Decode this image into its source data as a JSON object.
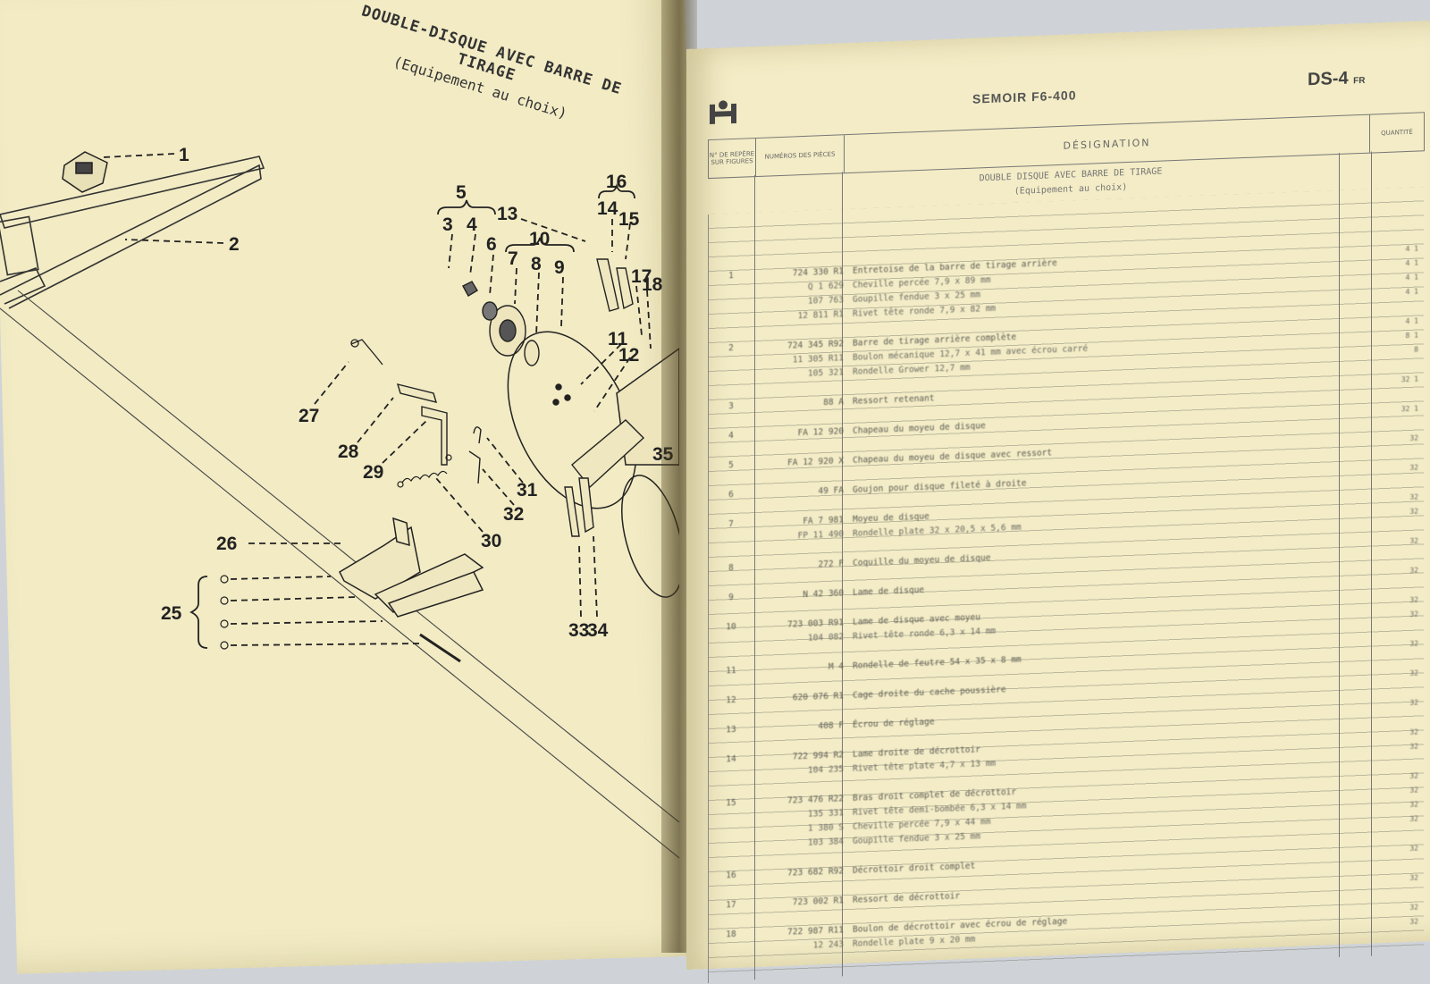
{
  "left_page": {
    "title_line1": "DOUBLE-DISQUE AVEC BARRE DE TIRAGE",
    "title_line2": "(Equipement au choix)",
    "callouts": [
      "1",
      "2",
      "3",
      "4",
      "5",
      "6",
      "7",
      "8",
      "9",
      "10",
      "11",
      "12",
      "13",
      "14",
      "15",
      "16",
      "17",
      "18",
      "25",
      "26",
      "27",
      "28",
      "29",
      "30",
      "31",
      "32",
      "33",
      "34",
      "35"
    ]
  },
  "right_page": {
    "logo": "IH",
    "title": "SEMOIR F6-400",
    "code": "DS-4",
    "code_suffix": "FR",
    "header": {
      "col_ref": "N° DE REPÈRE SUR FIGURES",
      "col_num": "NUMÉROS DES PIÈCES",
      "col_des": "DÉSIGNATION",
      "col_qty": "QUANTITÉ"
    },
    "section_title_line1": "DOUBLE DISQUE AVEC BARRE DE TIRAGE",
    "section_title_line2": "(Equipement au choix)",
    "rows": [
      {
        "ref": "1",
        "num": "724 330 R1",
        "des": "Entretoise de la barre de tirage arrière",
        "qty": "4  1"
      },
      {
        "ref": "",
        "num": "Q 1 629",
        "des": "Cheville percée 7,9 x 89 mm",
        "qty": "4  1"
      },
      {
        "ref": "",
        "num": "107 763",
        "des": "Goupille fendue 3 x 25 mm",
        "qty": "4  1"
      },
      {
        "ref": "",
        "num": "12 811 R1",
        "des": "Rivet tête ronde 7,9 x 82 mm",
        "qty": "4  1"
      },
      {
        "ref": "2",
        "num": "724 345 R92",
        "des": "Barre de tirage arrière complète",
        "qty": "4  1"
      },
      {
        "ref": "",
        "num": "11 305 R11",
        "des": "Boulon mécanique 12,7 x 41 mm avec écrou carré",
        "qty": "8  1"
      },
      {
        "ref": "",
        "num": "105 321",
        "des": "Rondelle Grower 12,7 mm",
        "qty": "8"
      },
      {
        "ref": "3",
        "num": "88 A",
        "des": "Ressort retenant",
        "qty": "32  1"
      },
      {
        "ref": "4",
        "num": "FA 12 920",
        "des": "Chapeau du moyeu de disque",
        "qty": "32  1"
      },
      {
        "ref": "5",
        "num": "FA 12 920 X",
        "des": "Chapeau du moyeu de disque avec ressort",
        "qty": "32"
      },
      {
        "ref": "6",
        "num": "49 FA",
        "des": "Goujon pour disque fileté à droite",
        "qty": "32"
      },
      {
        "ref": "7",
        "num": "FA 7 981",
        "des": "Moyeu de disque",
        "qty": "32"
      },
      {
        "ref": "",
        "num": "FP 11 490",
        "des": "Rondelle plate 32 x 20,5 x 5,6 mm",
        "qty": "32"
      },
      {
        "ref": "8",
        "num": "272 F",
        "des": "Coquille du moyeu de disque",
        "qty": "32"
      },
      {
        "ref": "9",
        "num": "N 42 360",
        "des": "Lame de disque",
        "qty": "32"
      },
      {
        "ref": "10",
        "num": "723 003 R91",
        "des": "Lame de disque avec moyeu",
        "qty": "32"
      },
      {
        "ref": "",
        "num": "104 082",
        "des": "Rivet tête ronde 6,3 x 14 mm",
        "qty": "32"
      },
      {
        "ref": "11",
        "num": "M 4",
        "des": "Rondelle de feutre 54 x 35 x 8 mm",
        "qty": "32"
      },
      {
        "ref": "12",
        "num": "620 076 R1",
        "des": "Cage droite du cache poussière",
        "qty": "32"
      },
      {
        "ref": "13",
        "num": "408 F",
        "des": "Écrou de réglage",
        "qty": "32"
      },
      {
        "ref": "14",
        "num": "722 994 R2",
        "des": "Lame droite de décrottoir",
        "qty": "32"
      },
      {
        "ref": "",
        "num": "104 235",
        "des": "Rivet tête plate 4,7 x 13 mm",
        "qty": "32"
      },
      {
        "ref": "15",
        "num": "723 476 R22",
        "des": "Bras droit complet de décrottoir",
        "qty": "32"
      },
      {
        "ref": "",
        "num": "135 331",
        "des": "Rivet tête demi-bombée 6,3 x 14 mm",
        "qty": "32"
      },
      {
        "ref": "",
        "num": "1 380 S",
        "des": "Cheville percée 7,9 x 44 mm",
        "qty": "32"
      },
      {
        "ref": "",
        "num": "103 384",
        "des": "Goupille fendue 3 x 25 mm",
        "qty": "32"
      },
      {
        "ref": "16",
        "num": "723 682 R92",
        "des": "Décrottoir droit complet",
        "qty": "32"
      },
      {
        "ref": "17",
        "num": "723 002 R1",
        "des": "Ressort de décrottoir",
        "qty": "32"
      },
      {
        "ref": "18",
        "num": "722 987 R11",
        "des": "Boulon de décrottoir avec écrou de réglage",
        "qty": "32"
      },
      {
        "ref": "",
        "num": "12 243",
        "des": "Rondelle plate 9 x 20 mm",
        "qty": "32"
      }
    ]
  }
}
